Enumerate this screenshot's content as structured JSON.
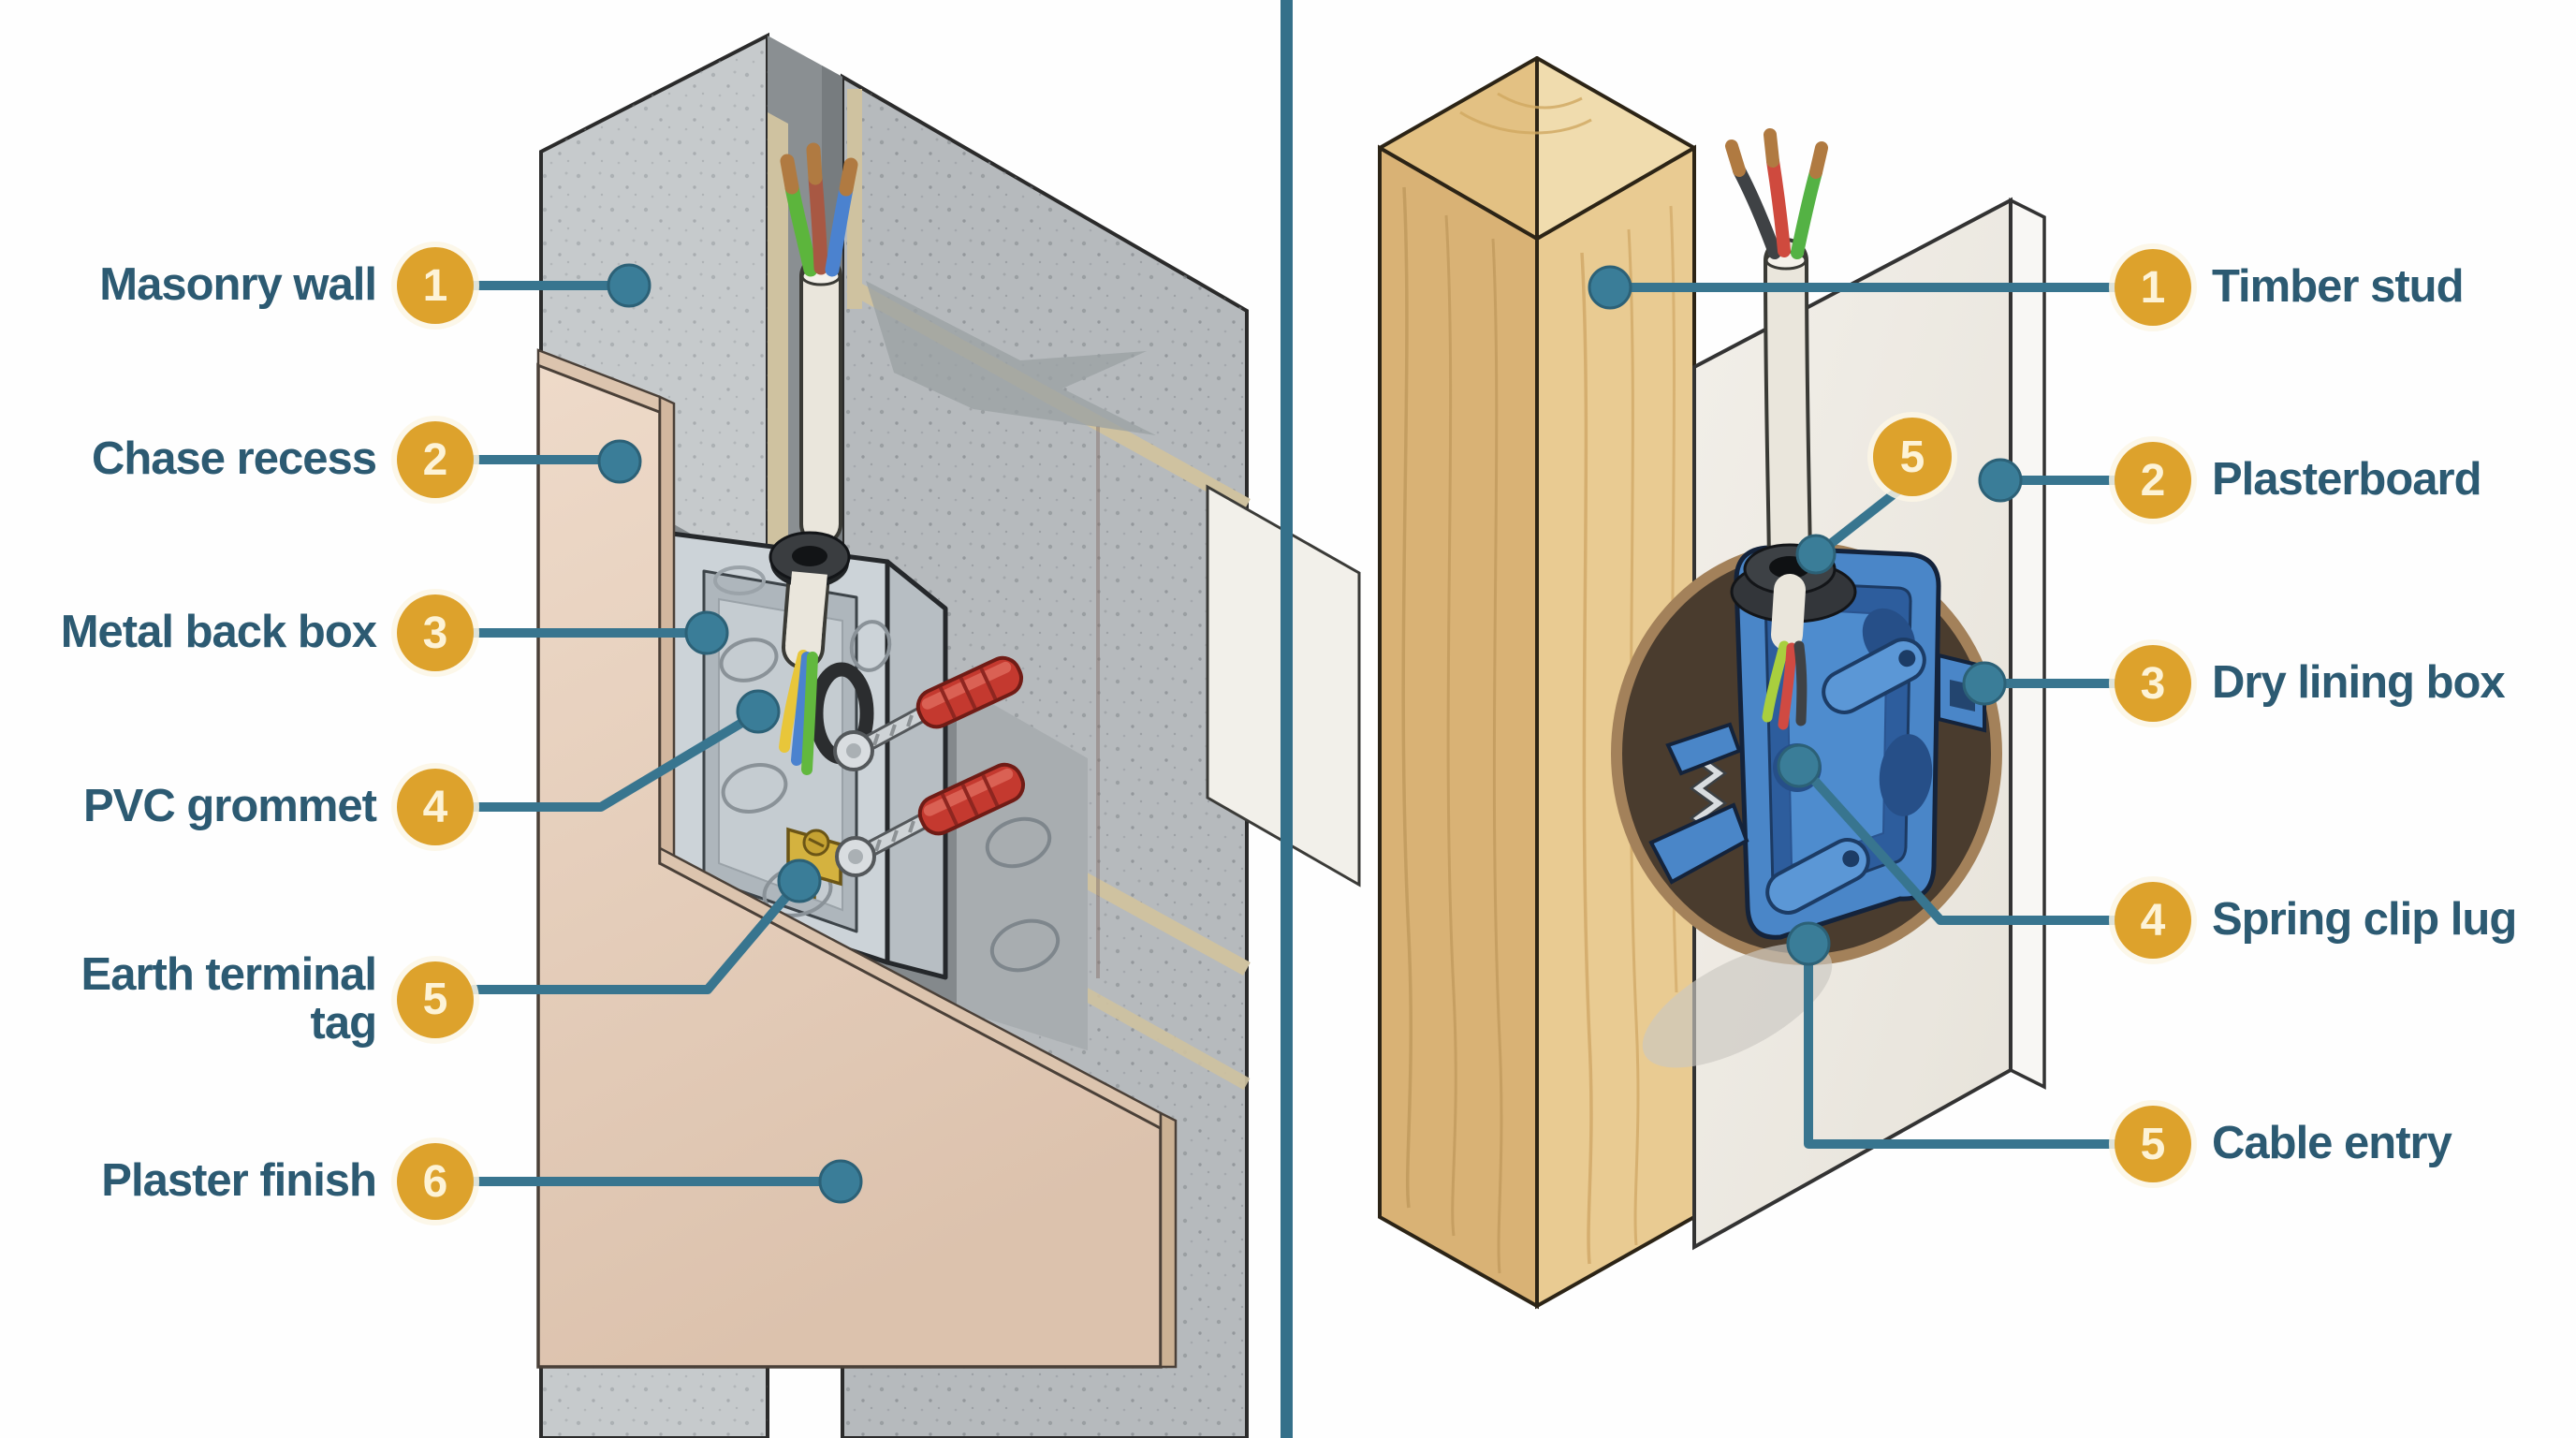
{
  "diagram": {
    "subject": "electrical back box installation cross-sections",
    "left_panel": {
      "name": "masonry wall installation",
      "labels": [
        {
          "num": "1",
          "text": "Masonry wall"
        },
        {
          "num": "2",
          "text": "Chase recess"
        },
        {
          "num": "3",
          "text": "Metal back box"
        },
        {
          "num": "4",
          "text": "PVC grommet"
        },
        {
          "num": "5",
          "text": "Earth terminal tag"
        },
        {
          "num": "6",
          "text": "Plaster finish"
        }
      ]
    },
    "right_panel": {
      "name": "plasterboard wall installation",
      "labels": [
        {
          "num": "1",
          "text": "Timber stud"
        },
        {
          "num": "2",
          "text": "Plasterboard"
        },
        {
          "num": "3",
          "text": "Dry lining box"
        },
        {
          "num": "4",
          "text": "Spring clip lug"
        },
        {
          "num": "5",
          "text": "Cable entry"
        }
      ],
      "floating_badge": {
        "num": "5"
      }
    }
  },
  "colors": {
    "badge": "#dda22c",
    "badge_number": "#fdf3d7",
    "label_text": "#2c5a72",
    "leader_line": "#38758f",
    "leader_dot": "#3a7d98",
    "divider": "#34708a",
    "masonry_gray": "#b6babd",
    "mortar_tan": "#cfc2a0",
    "plaster_pink": "#e8d4c3",
    "metal_box": "#ccd3d8",
    "grommet_black": "#3a3d40",
    "cable_sheath": "#eae6dc",
    "wire_green": "#5cb53c",
    "wire_brown_red": "#a85843",
    "wire_blue": "#4b82cf",
    "wire_red": "#cf4a3e",
    "wire_black": "#3f4245",
    "earth_yellow": "#e8c63a",
    "brass": "#d4b23f",
    "wall_plug_red": "#c4392f",
    "timber_wood": "#e8c98f",
    "plasterboard_white": "#edeae3",
    "dry_lining_blue": "#4a86c8"
  }
}
